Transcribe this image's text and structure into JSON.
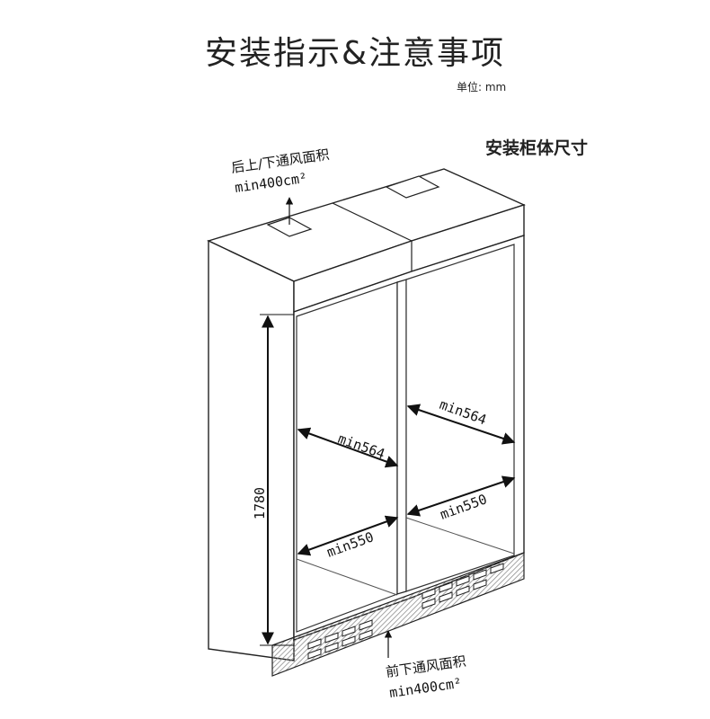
{
  "header": {
    "title": "安装指示&注意事项",
    "unit": "单位: mm"
  },
  "section_title": "安装柜体尺寸",
  "annotations": {
    "top_vent_line1": "后上/下通风面积",
    "top_vent_line2": "min400cm²",
    "bottom_vent_line1": "前下通风面积",
    "bottom_vent_line2": "min400cm²",
    "height": "1780",
    "left_width_upper": "min564",
    "left_width_lower": "min550",
    "right_width_upper": "min564",
    "right_width_lower": "min550"
  }
}
